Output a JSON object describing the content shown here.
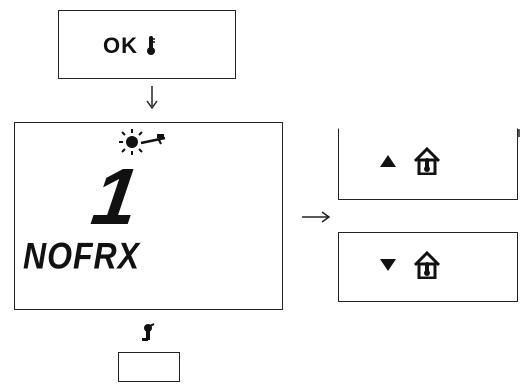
{
  "ok_step": {
    "label": "OK",
    "icon": "thermometer-icon"
  },
  "display": {
    "status_icon": "sun-key-icon",
    "number": "1",
    "mode": "NOFRX"
  },
  "buttons": {
    "up": {
      "arrow_icon": "triangle-up-icon",
      "home_icon": "house-thermometer-icon"
    },
    "down": {
      "arrow_icon": "triangle-down-icon",
      "home_icon": "house-thermometer-icon"
    }
  },
  "bottom": {
    "icon": "key-icon"
  }
}
